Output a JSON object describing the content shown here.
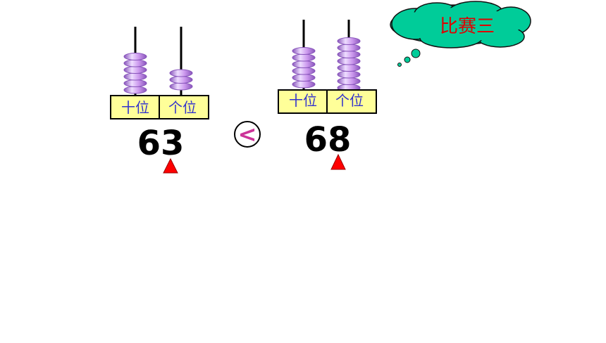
{
  "cloud": {
    "label": "比赛三",
    "fill": "#00cc99",
    "text_color": "#e00000"
  },
  "abaci": [
    {
      "tens_label": "十位",
      "ones_label": "个位",
      "tens_beads": 6,
      "ones_beads": 3,
      "number": "63"
    },
    {
      "tens_label": "十位",
      "ones_label": "个位",
      "tens_beads": 6,
      "ones_beads": 8,
      "number": "68"
    }
  ],
  "comparison": {
    "symbol": "<",
    "color": "#cc3399"
  },
  "colors": {
    "bead": "#cc99ee",
    "bead_dark": "#8855bb",
    "label_box": "#ffff99",
    "label_text": "#3333cc",
    "pointer": "#ff0000"
  }
}
